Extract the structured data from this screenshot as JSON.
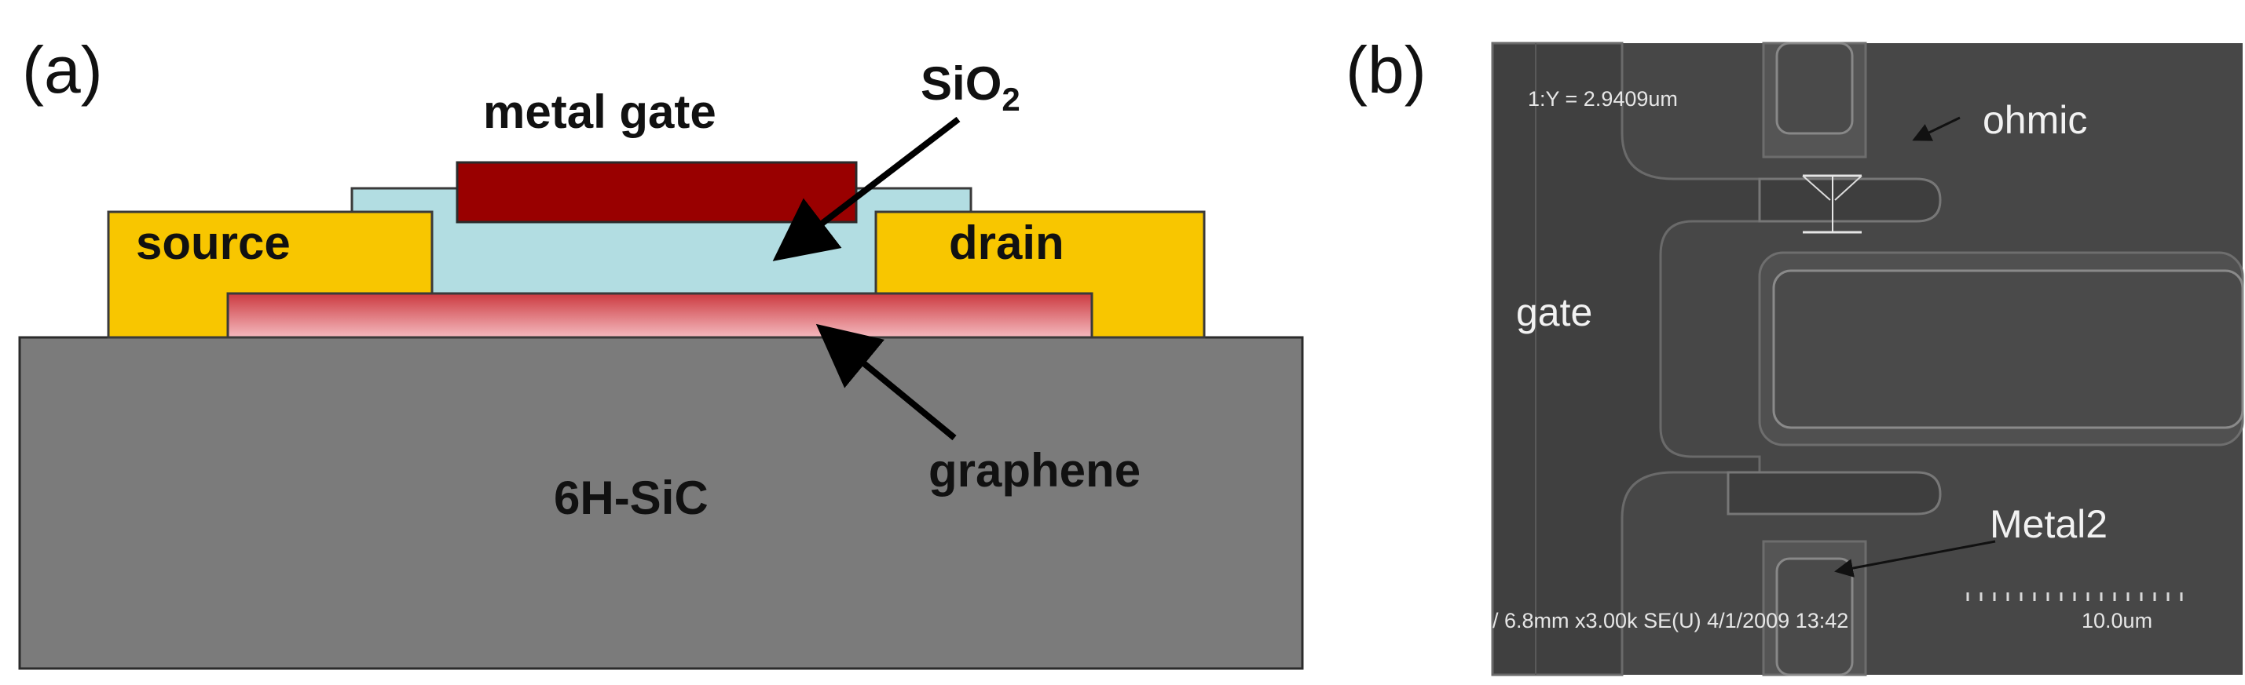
{
  "panel_a": {
    "label": "(a)",
    "labels": {
      "metal_gate": "metal gate",
      "sio2_main": "SiO",
      "sio2_sub": "2",
      "source": "source",
      "drain": "drain",
      "graphene": "graphene",
      "substrate": "6H-SiC"
    },
    "colors": {
      "substrate": "#7b7b7b",
      "contacts": "#f8c600",
      "oxide": "#b2dde2",
      "gate": "#990000",
      "graphene_top": "#cc3a40",
      "graphene_bottom": "#f4b9be"
    }
  },
  "panel_b": {
    "label": "(b)",
    "labels": {
      "ohmic": "ohmic",
      "gate": "gate",
      "metal2": "Metal2",
      "measurement": "1:Y = 2.9409um",
      "info_bar": "/ 6.8mm x3.00k SE(U) 4/1/2009 13:42",
      "scale": "10.0um"
    }
  }
}
